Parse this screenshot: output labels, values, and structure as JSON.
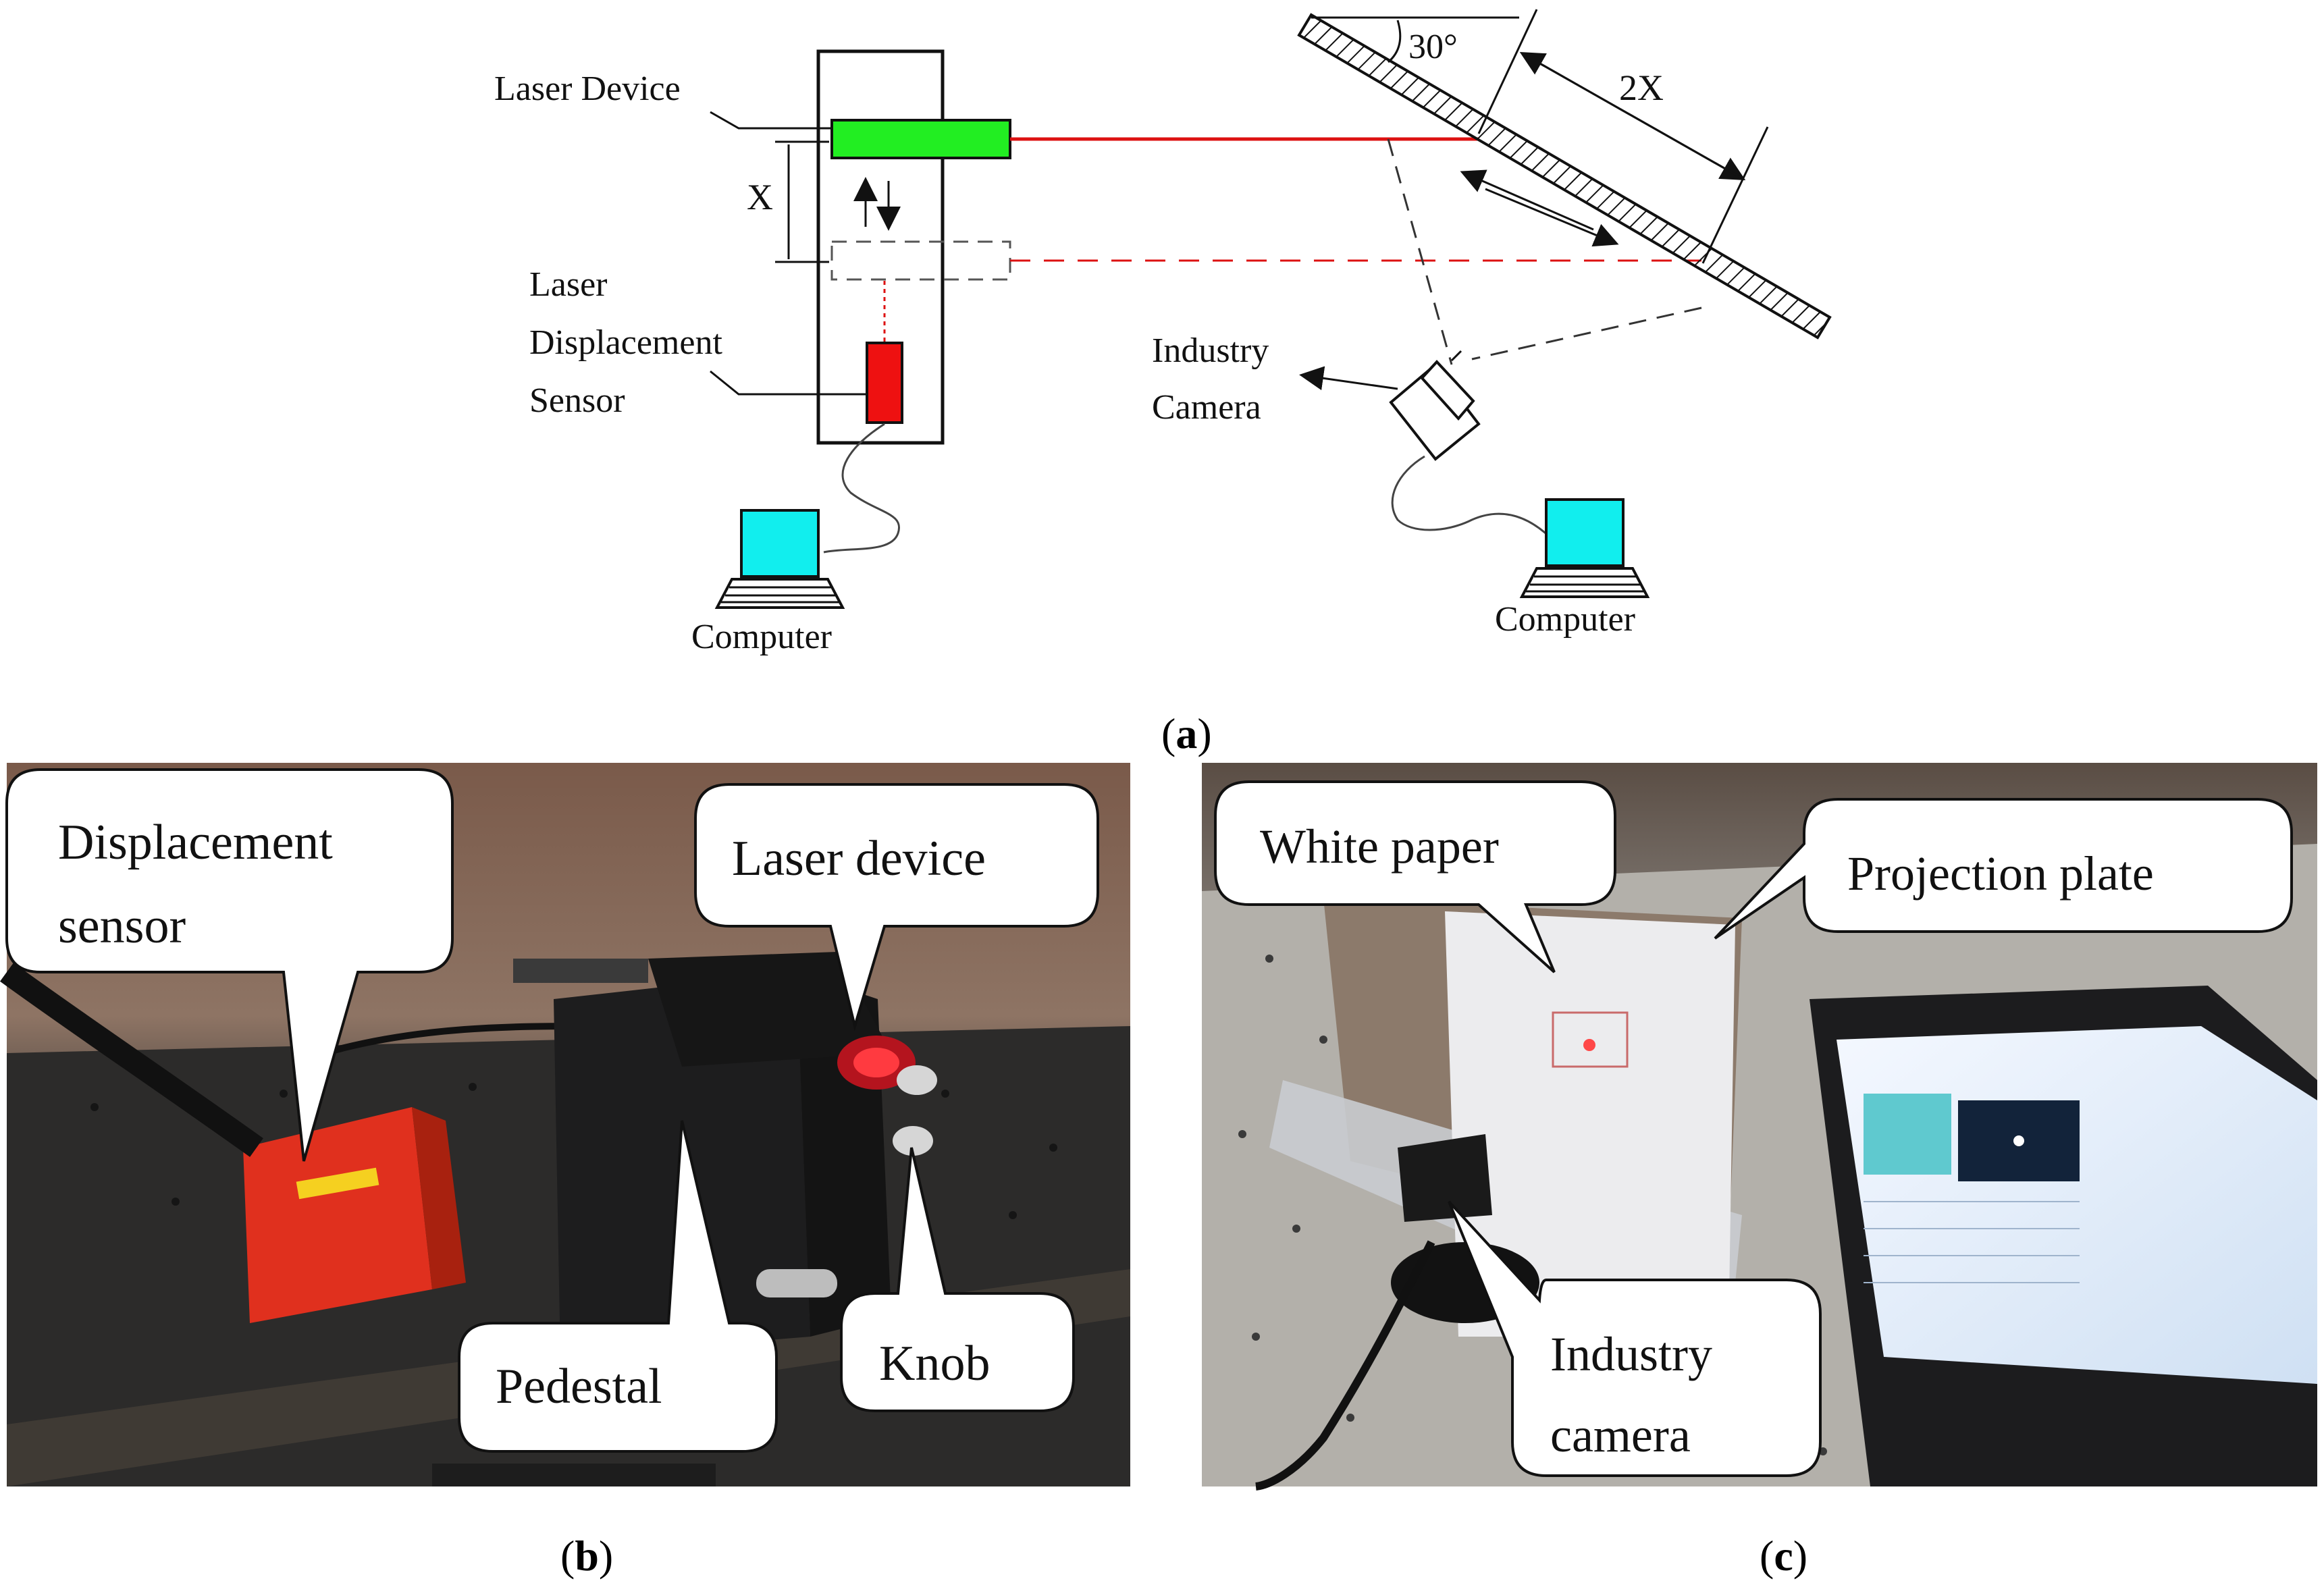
{
  "figure": {
    "panel_a": {
      "caption_letter": "a",
      "labels": {
        "laser_device": "Laser Device",
        "sensor_line1": "Laser",
        "sensor_line2": "Displacement",
        "sensor_line3": "Sensor",
        "x_dim": "X",
        "angle": "30°",
        "two_x": "2X",
        "camera_line1": "Industry",
        "camera_line2": "Camera",
        "computer_left": "Computer",
        "computer_right": "Computer"
      },
      "colors": {
        "laser_device": "#22ee22",
        "sensor": "#ee1111",
        "beam": "#dd1111",
        "screen": "#11eeee"
      }
    },
    "panel_b": {
      "caption_letter": "b",
      "callouts": {
        "displacement_sensor_line1": "Displacement",
        "displacement_sensor_line2": "sensor",
        "laser_device": "Laser device",
        "pedestal": "Pedestal",
        "knob": "Knob"
      }
    },
    "panel_c": {
      "caption_letter": "c",
      "callouts": {
        "white_paper": "White  paper",
        "projection_plate": "Projection plate",
        "industry_camera_line1": "Industry",
        "industry_camera_line2": "camera"
      }
    }
  }
}
